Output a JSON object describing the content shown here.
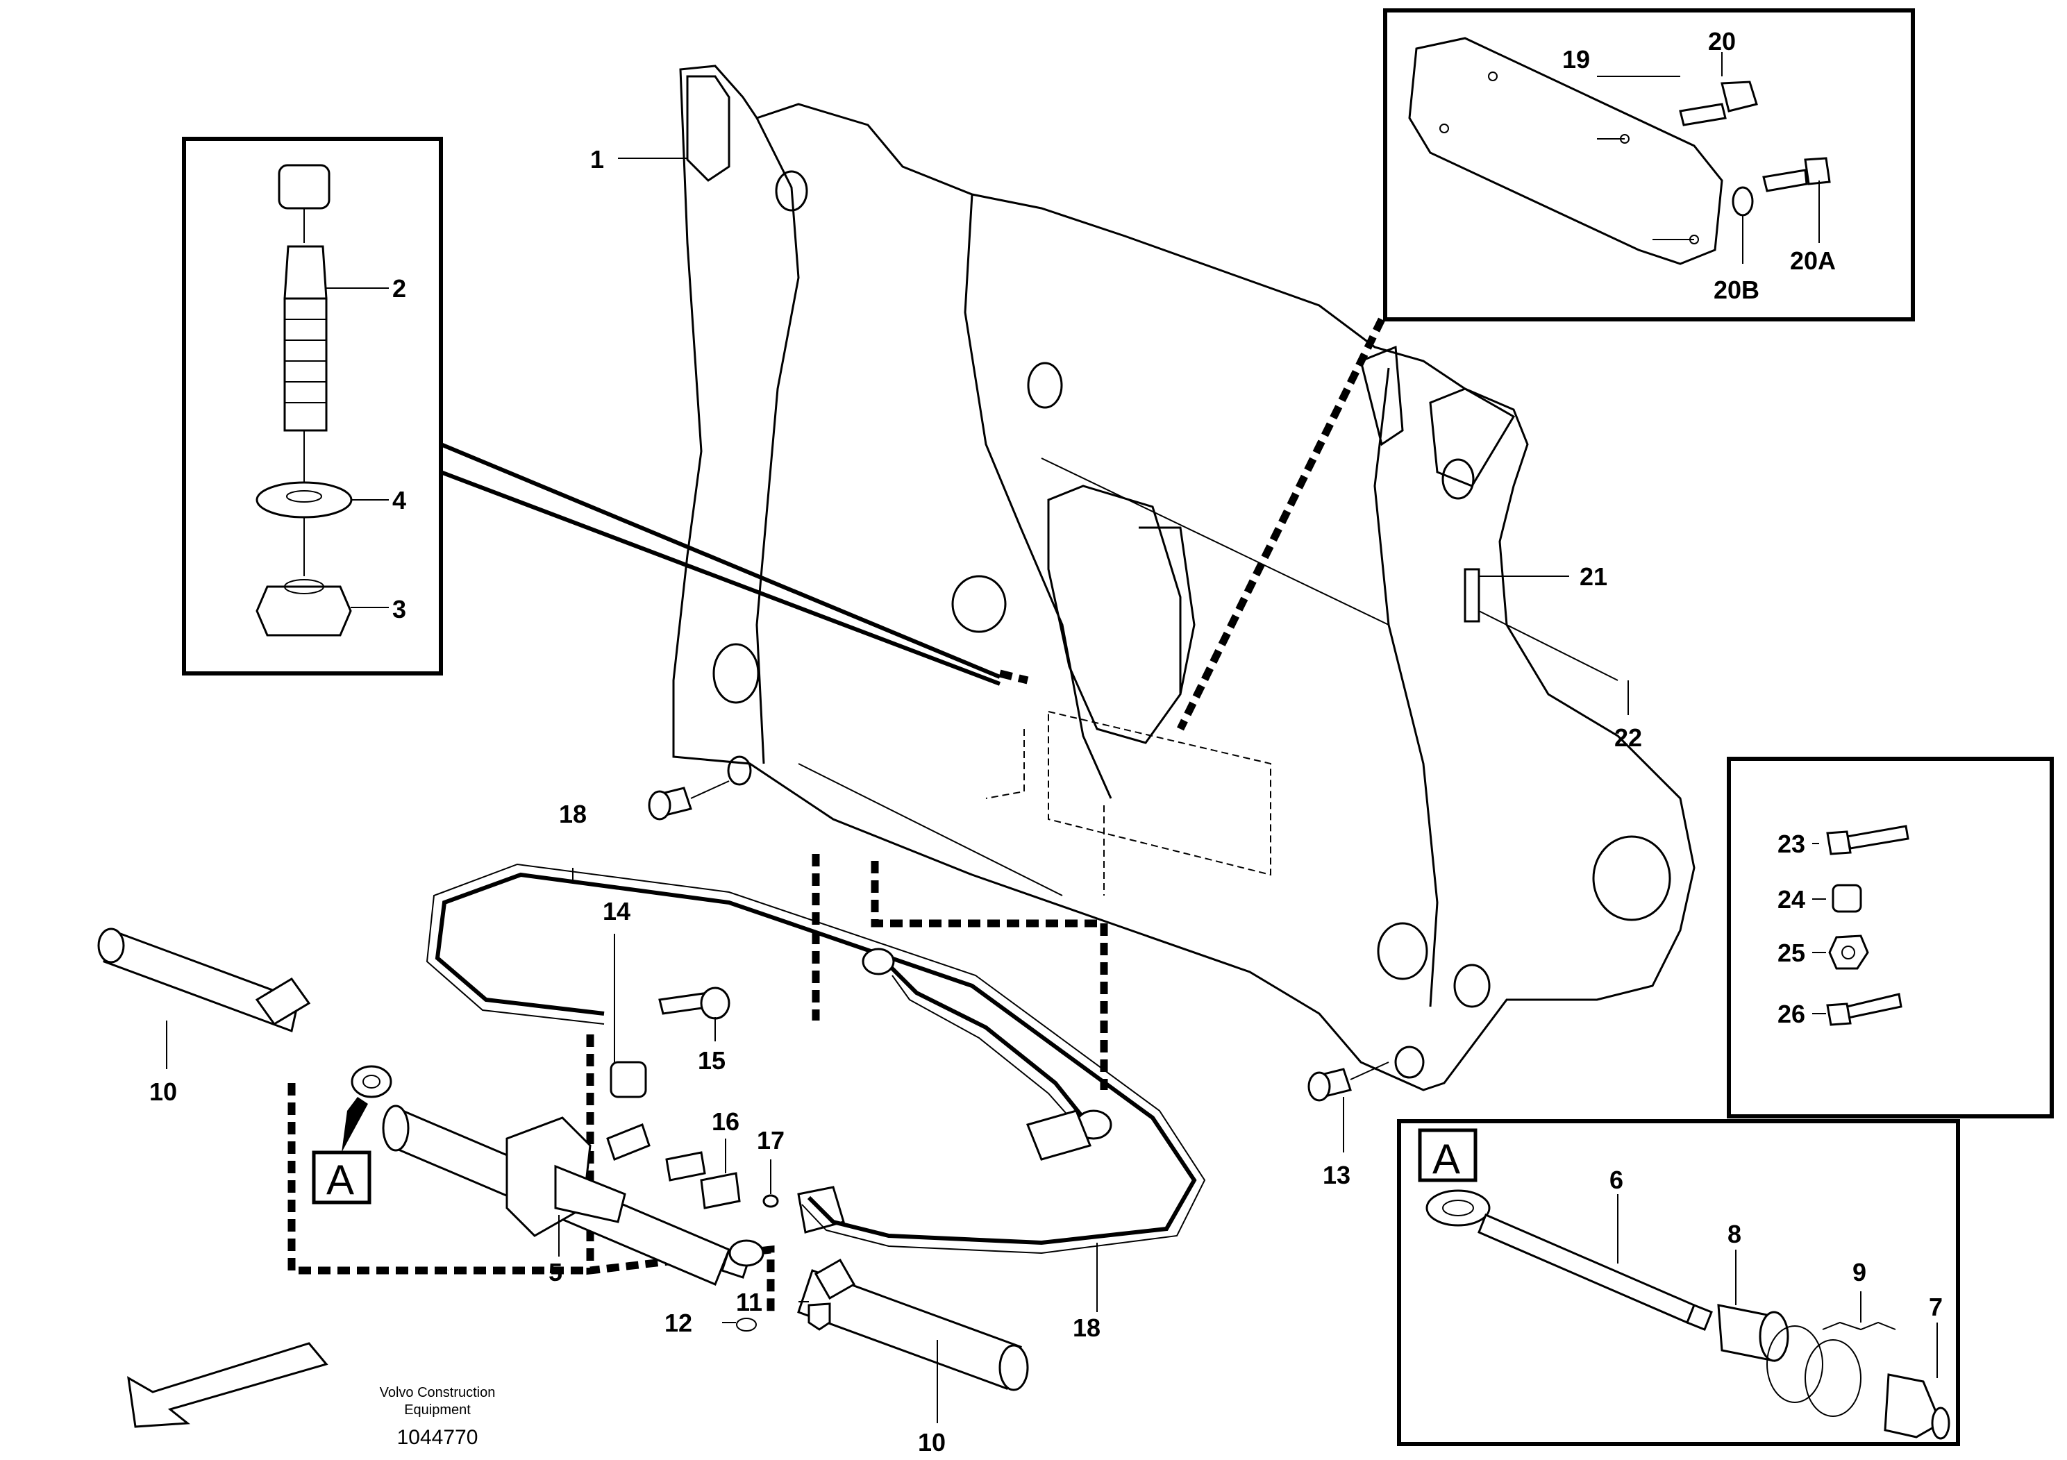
{
  "title": "",
  "footer": {
    "company_line1": "Volvo Construction",
    "company_line2": "Equipment",
    "drawing_number": "1044770"
  },
  "detail_marker": "A",
  "callouts": {
    "p1": "1",
    "p2": "2",
    "p3": "3",
    "p4": "4",
    "p5": "5",
    "p6": "6",
    "p7": "7",
    "p8": "8",
    "p9": "9",
    "p10a": "10",
    "p10b": "10",
    "p11": "11",
    "p12": "12",
    "p13": "13",
    "p14": "14",
    "p15": "15",
    "p16": "16",
    "p17": "17",
    "p18a": "18",
    "p18b": "18",
    "p19": "19",
    "p20": "20",
    "p20A": "20A",
    "p20B": "20B",
    "p21": "21",
    "p22": "22",
    "p23": "23",
    "p24": "24",
    "p25": "25",
    "p26": "26"
  }
}
